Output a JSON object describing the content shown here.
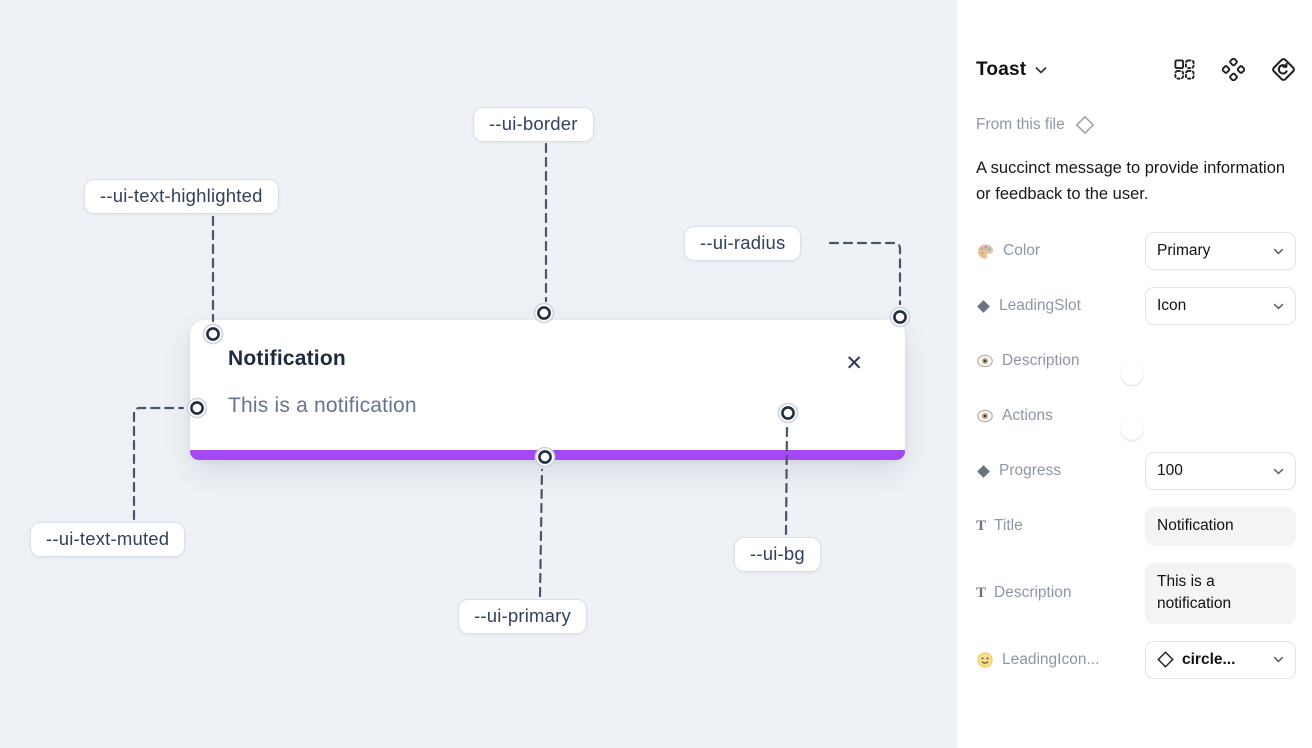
{
  "canvas": {
    "toast": {
      "title": "Notification",
      "description": "This is a notification",
      "close_glyph": "✕"
    },
    "labels": {
      "border": "--ui-border",
      "text_highlighted": "--ui-text-highlighted",
      "radius": "--ui-radius",
      "text_muted": "--ui-text-muted",
      "primary": "--ui-primary",
      "bg": "--ui-bg"
    },
    "colors": {
      "canvas_bg": "#eef1f6",
      "toast_bg": "#ffffff",
      "primary_bar": "#a348f2",
      "title_text": "#1e2a3e",
      "muted_text": "#66758e",
      "connector_line": "#47566b"
    }
  },
  "panel": {
    "title": "Toast",
    "source_label": "From this file",
    "description": "A succinct message to provide information or feedback to the user.",
    "text_icon_glyph": "T",
    "toggle_color": "#0d99ff",
    "properties": [
      {
        "label": "Color",
        "control": "select",
        "value": "Primary"
      },
      {
        "label": "LeadingSlot",
        "control": "select",
        "value": "Icon"
      },
      {
        "label": "Description",
        "control": "toggle",
        "value": "on"
      },
      {
        "label": "Actions",
        "control": "toggle",
        "value": "on"
      },
      {
        "label": "Progress",
        "control": "select",
        "value": "100"
      },
      {
        "label": "Title",
        "control": "textfield",
        "value": "Notification"
      },
      {
        "label": "Description",
        "control": "textfield",
        "value": "This is a notification"
      },
      {
        "label": "LeadingIcon...",
        "control": "select",
        "value": "circle..."
      }
    ]
  }
}
